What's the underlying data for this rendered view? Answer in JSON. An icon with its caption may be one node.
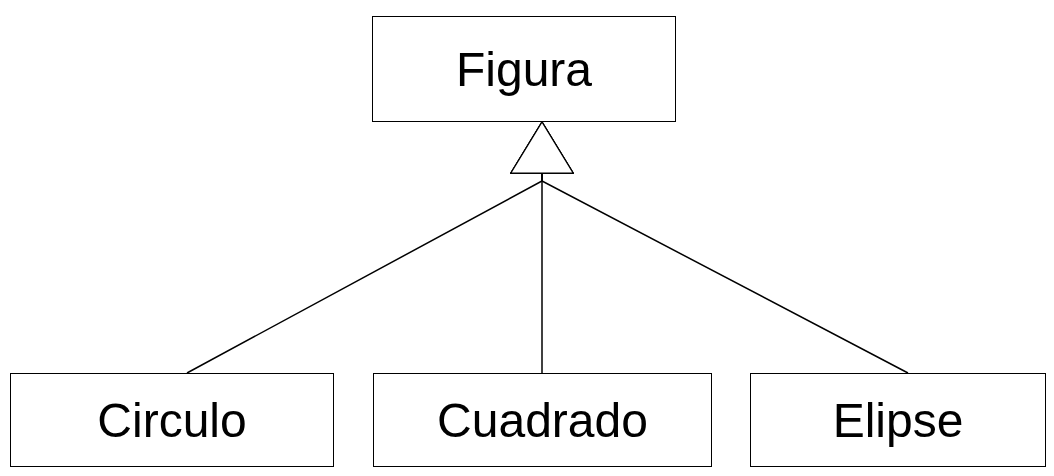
{
  "diagram": {
    "nodes": [
      {
        "text": [
          "Figura"
        ]
      },
      {
        "text": [
          "Circulo"
        ]
      },
      {
        "text": [
          "Cuadrado"
        ]
      },
      {
        "text": [
          "Elipse"
        ]
      }
    ],
    "edges": [
      {
        "from": 1,
        "to": 0,
        "arrow": "to"
      },
      {
        "from": 2,
        "to": 0,
        "arrow": "to"
      },
      {
        "from": 3,
        "to": 0,
        "arrow": "to"
      }
    ]
  }
}
